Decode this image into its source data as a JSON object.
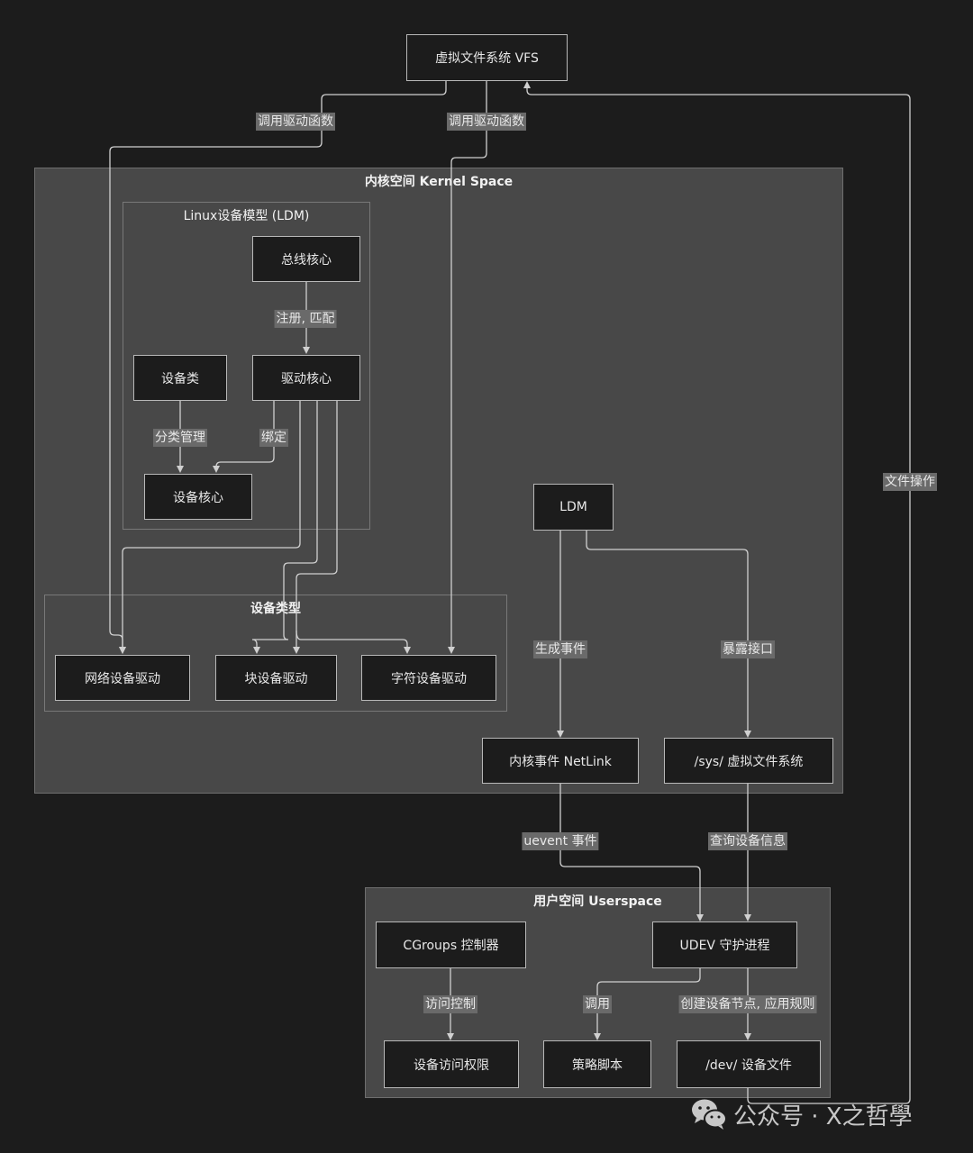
{
  "nodes": {
    "vfs": "虚拟文件系统 VFS",
    "bus_core": "总线核心",
    "device_class": "设备类",
    "driver_core": "驱动核心",
    "device_core": "设备核心",
    "ldm": "LDM",
    "net_driver": "网络设备驱动",
    "block_driver": "块设备驱动",
    "char_driver": "字符设备驱动",
    "netlink": "内核事件 NetLink",
    "sysfs": "/sys/ 虚拟文件系统",
    "cgroups": "CGroups 控制器",
    "udev": "UDEV 守护进程",
    "access_rights": "设备访问权限",
    "policy_script": "策略脚本",
    "dev_files": "/dev/ 设备文件"
  },
  "clusters": {
    "kernel_space": "内核空间 Kernel Space",
    "ldm_model": "Linux设备模型 (LDM)",
    "device_types": "设备类型",
    "userspace": "用户空间 Userspace"
  },
  "edge_labels": {
    "vfs_to_net": "调用驱动函数",
    "vfs_to_char": "调用驱动函数",
    "bus_to_driver": "注册, 匹配",
    "class_to_core": "分类管理",
    "driver_to_core": "绑定",
    "ldm_to_netlink": "生成事件",
    "ldm_to_sysfs": "暴露接口",
    "netlink_to_udev": "uevent 事件",
    "sysfs_to_udev": "查询设备信息",
    "cgroups_to_access": "访问控制",
    "udev_to_policy": "调用",
    "udev_to_dev": "创建设备节点, 应用规则",
    "dev_to_vfs": "文件操作"
  },
  "watermark": {
    "icon": "wechat-icon",
    "text": "公众号 · X之哲學"
  },
  "colors": {
    "background": "#1c1c1c",
    "cluster_fill": "#484848",
    "node_fill": "#1c1c1c",
    "node_border": "#b8b8b8",
    "edge": "#d0d0d0",
    "label_bg": "#6a6a6a"
  }
}
